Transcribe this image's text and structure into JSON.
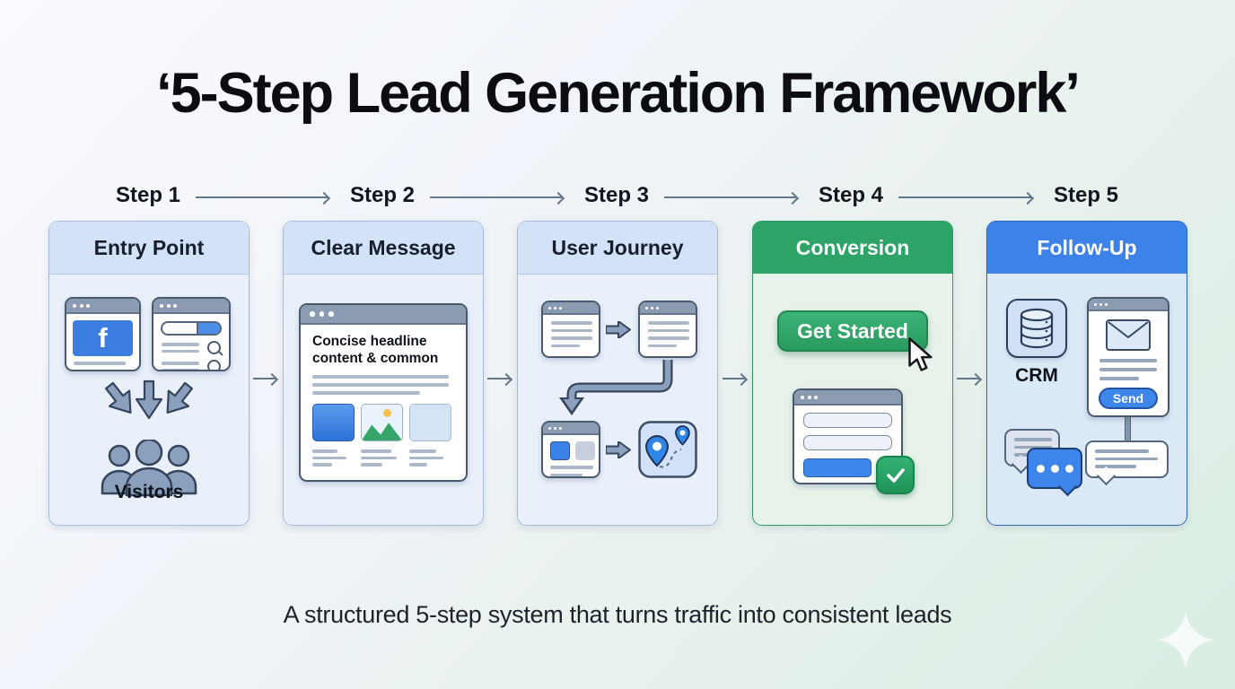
{
  "title": "‘5-Step Lead Generation Framework’",
  "subtitle": "A structured 5-step system that turns traffic into consistent leads",
  "steps": [
    {
      "label": "Step 1",
      "card_title": "Entry Point"
    },
    {
      "label": "Step 2",
      "card_title": "Clear Message"
    },
    {
      "label": "Step 3",
      "card_title": "User Journey"
    },
    {
      "label": "Step 4",
      "card_title": "Conversion"
    },
    {
      "label": "Step 5",
      "card_title": "Follow-Up"
    }
  ],
  "cards": {
    "entry_point": {
      "facebook_letter": "f",
      "visitors_label": "Visitors"
    },
    "clear_message": {
      "headline_line1": "Concise headline",
      "headline_line2": "content & common"
    },
    "conversion": {
      "cta_label": "Get Started"
    },
    "follow_up": {
      "crm_label": "CRM",
      "send_label": "Send"
    }
  },
  "colors": {
    "accent_green": "#2da367",
    "accent_blue": "#3c82e8",
    "facebook_blue": "#3b7de0",
    "header_light_blue": "#d3e2f7",
    "card_body_blue": "#e9f0fa",
    "card_body_green": "#e6f2ea",
    "card_body_lightblue": "#dbe9f7",
    "arrow_slate": "#64758c"
  }
}
